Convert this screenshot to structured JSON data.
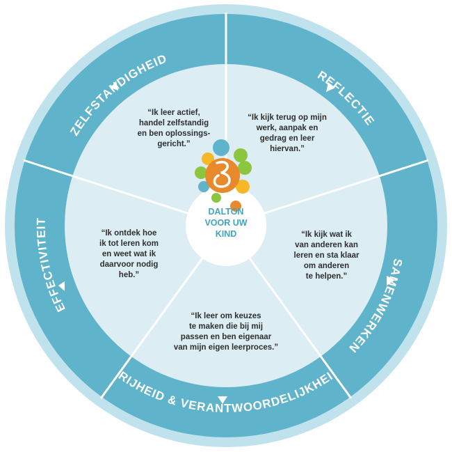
{
  "colors": {
    "outer_ring": "#5fb3cb",
    "ring_edge": "#bfe2ec",
    "inner_fill": "#dcedf3",
    "divider": "#ffffff",
    "center": "#ffffff",
    "center_text": "#3fa5c0",
    "logo_orange": "#e8892b",
    "logo_green": "#8cc63f",
    "logo_yellow": "#f6b826",
    "logo_blue": "#5fb3cb"
  },
  "center": {
    "logo_icon": "dalton-logo-icon",
    "label": "DALTON\nVOOR UW\nKIND"
  },
  "ring_labels": {
    "zelfstandigheid": "ZELFSTANDIGHEID",
    "reflectie": "REFLECTIE",
    "samenwerken": "SAMENWERKEN",
    "vrijheid": "VRIJHEID & VERANTWOORDELIJKHEID",
    "effectiviteit": "EFFECTIVITEIT"
  },
  "quotes": {
    "zelfstandigheid": "“Ik leer actief,\nhandel zelfstandig\nen ben oplossings-\ngericht.”",
    "reflectie": "“Ik kijk terug op mijn\nwerk, aanpak en\ngedrag en leer\nhiervan.”",
    "samenwerken": "“Ik kijk wat ik\nvan anderen kan\nleren en sta klaar\nom anderen\nte helpen.”",
    "vrijheid": "“Ik leer om keuzes\nte maken die bij mij\npassen en ben eigenaar\nvan mijn eigen leerproces.”",
    "effectiviteit": "“Ik ontdek hoe\nik tot leren kom\nen weet wat ik\ndaarvoor nodig\nheb.”"
  }
}
